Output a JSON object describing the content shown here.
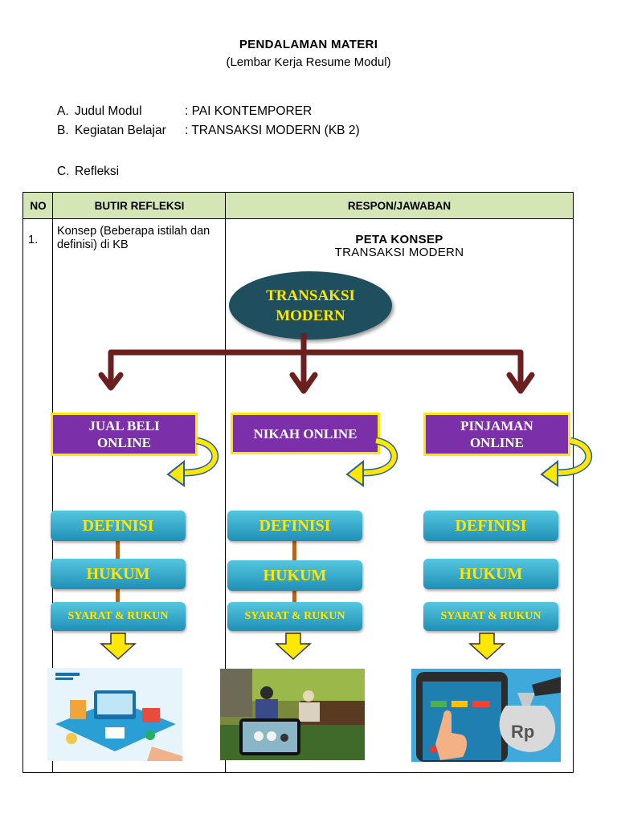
{
  "header": {
    "title": "PENDALAMAN MATERI",
    "subtitle": "(Lembar Kerja  Resume Modul)"
  },
  "meta": {
    "items": [
      {
        "key": "A.",
        "label": "Judul Modul",
        "value": ": PAI  KONTEMPORER"
      },
      {
        "key": "B.",
        "label": "Kegiatan Belajar",
        "value": ": TRANSAKSI MODERN (KB  2)"
      },
      {
        "key": "C.",
        "label": "Refleksi",
        "value": ""
      }
    ]
  },
  "table": {
    "headers": [
      "NO",
      "BUTIR REFLEKSI",
      "RESPON/JAWABAN"
    ],
    "row": {
      "no": "1.",
      "butir": "Konsep (Beberapa istilah dan  definisi) di KB"
    }
  },
  "concept_map": {
    "heading": "PETA KONSEP",
    "subheading": "TRANSAKSI MODERN",
    "root_line1": "TRANSAKSI",
    "root_line2": "MODERN",
    "branches": [
      {
        "line1": "JUAL BELI",
        "line2": "ONLINE",
        "definisi": "DEFINISI",
        "hukum": "HUKUM",
        "syarat": "SYARAT & RUKUN"
      },
      {
        "line1": "NIKAH ONLINE",
        "line2": "",
        "definisi": "DEFINISI",
        "hukum": "HUKUM",
        "syarat": "SYARAT & RUKUN"
      },
      {
        "line1": "PINJAMAN",
        "line2": "ONLINE",
        "definisi": "DEFINISI",
        "hukum": "HUKUM",
        "syarat": "SYARAT & RUKUN"
      }
    ],
    "money_symbol": "Rp",
    "colors": {
      "root": "#1f4e5f",
      "arrow": "#6b1f1f",
      "topic": "#7b2fa8",
      "topic_border": "#ffe800",
      "box_text": "#ffe800",
      "header_bg": "#d4e6b5"
    }
  }
}
